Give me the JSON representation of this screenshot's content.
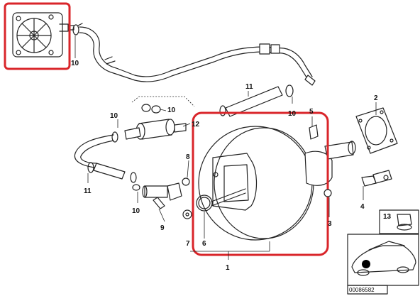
{
  "diagram": {
    "callouts": {
      "c1": "1",
      "c2": "2",
      "c3": "3",
      "c4": "4",
      "c5": "5",
      "c6": "6",
      "c7": "7",
      "c8": "8",
      "c9": "9",
      "c10a": "10",
      "c10b": "10",
      "c10c": "10",
      "c10d": "10",
      "c10e": "10",
      "c11a": "11",
      "c11b": "11",
      "c12": "12",
      "c13": "13"
    },
    "reference_number": "00086582",
    "highlight_color": "#d9252a",
    "line_color": "#222222"
  }
}
